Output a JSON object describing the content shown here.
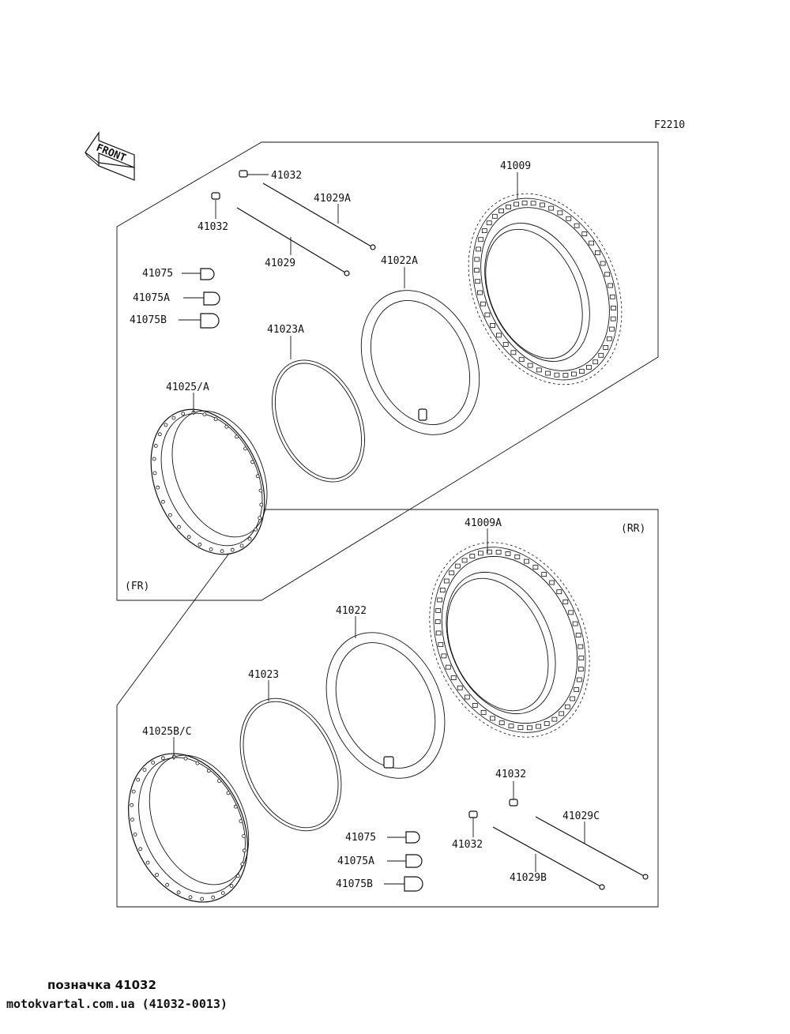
{
  "figure_code": "F2210",
  "front_label": "FRONT",
  "sections": {
    "front": "(FR)",
    "rear": "(RR)"
  },
  "callouts": {
    "fr_41032_a": "41032",
    "fr_41032_b": "41032",
    "fr_41029A": "41029A",
    "fr_41029": "41029",
    "fr_41009": "41009",
    "fr_41022A": "41022A",
    "fr_41075": "41075",
    "fr_41075A": "41075A",
    "fr_41075B": "41075B",
    "fr_41023A": "41023A",
    "fr_41025A": "41025/A",
    "rr_41009A": "41009A",
    "rr_41022": "41022",
    "rr_41023": "41023",
    "rr_41025BC": "41025B/C",
    "rr_41032_a": "41032",
    "rr_41032_b": "41032",
    "rr_41029C": "41029C",
    "rr_41029B": "41029B",
    "rr_41075": "41075",
    "rr_41075A": "41075A",
    "rr_41075B": "41075B"
  },
  "footer": {
    "caption": "позначка 41032",
    "source": "motokvartal.com.ua (41032-0013)"
  }
}
